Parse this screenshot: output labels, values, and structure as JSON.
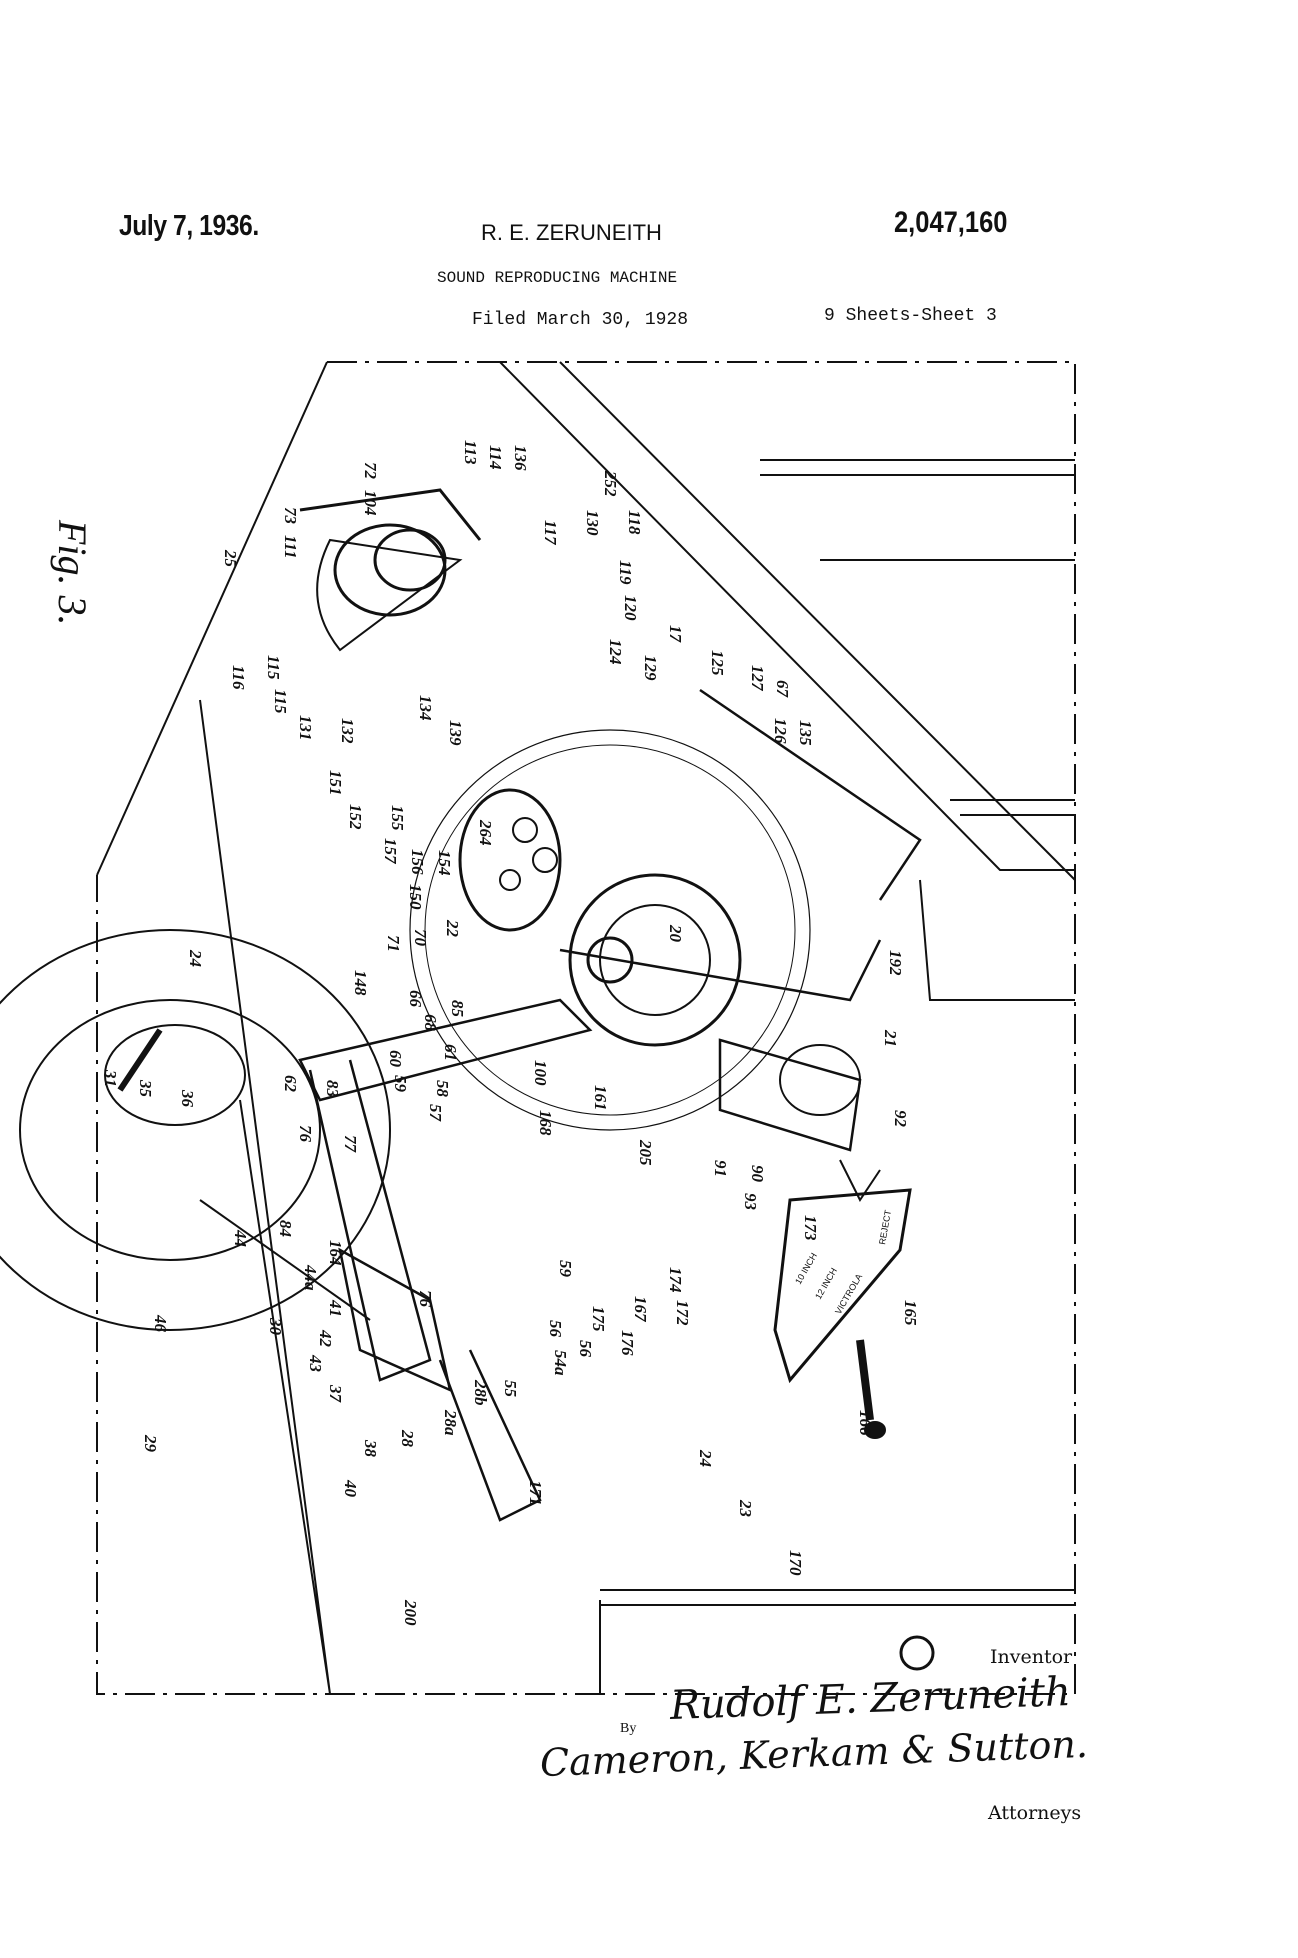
{
  "header": {
    "date": "July 7, 1936.",
    "inventor_name": "R. E. ZERUNEITH",
    "patent_number": "2,047,160",
    "title": "SOUND REPRODUCING MACHINE",
    "filed": "Filed March 30, 1928",
    "sheets": "9 Sheets-Sheet 3"
  },
  "figure": {
    "label": "Fig. 3.",
    "control_panel": [
      "10 INCH",
      "12 INCH",
      "VICTROLA",
      "REJECT"
    ],
    "reference_numerals": [
      "104",
      "111",
      "113",
      "114",
      "136",
      "117",
      "130",
      "118",
      "252",
      "119",
      "120",
      "124",
      "129",
      "17",
      "125",
      "127",
      "67",
      "126",
      "135",
      "25",
      "115",
      "116",
      "115",
      "134",
      "139",
      "131",
      "132",
      "151",
      "152",
      "155",
      "157",
      "156",
      "154",
      "150",
      "264",
      "70",
      "71",
      "22",
      "148",
      "66",
      "68",
      "20",
      "192",
      "21",
      "24",
      "35",
      "36",
      "31",
      "62",
      "83",
      "76",
      "77",
      "60",
      "59",
      "58",
      "57",
      "61",
      "100",
      "168",
      "161",
      "205",
      "91",
      "90",
      "93",
      "92",
      "173",
      "165",
      "166",
      "164",
      "84",
      "44",
      "44a",
      "46",
      "41",
      "30",
      "42",
      "43",
      "37",
      "40",
      "38",
      "28",
      "28a",
      "28b",
      "55",
      "59",
      "56",
      "54a",
      "56",
      "176",
      "175",
      "167",
      "172",
      "174",
      "171",
      "170",
      "200",
      "29",
      "85",
      "76",
      "24",
      "23",
      "72",
      "73"
    ]
  },
  "footer": {
    "inventor_label": "Inventor",
    "inventor_signature": "Rudolf E. Zeruneith",
    "by": "By",
    "attorneys_signature": "Cameron, Kerkam & Sutton.",
    "attorneys_label": "Attorneys"
  }
}
